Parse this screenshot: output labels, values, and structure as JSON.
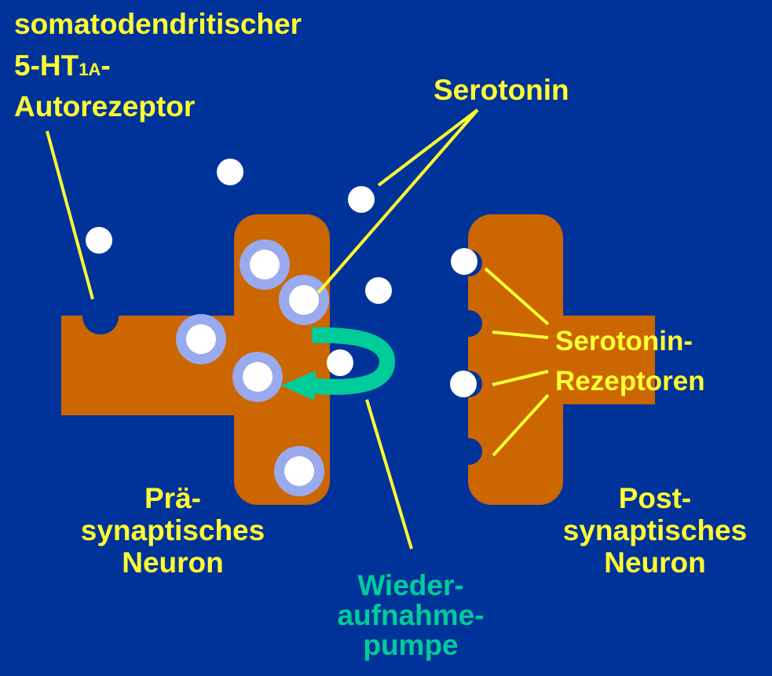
{
  "labels": {
    "autoreceptor_line1": "somatodendritischer",
    "autoreceptor_ht": "5-HT",
    "autoreceptor_sub": "1A",
    "autoreceptor_dash": "-",
    "autoreceptor_line3": "Autorezeptor",
    "serotonin": "Serotonin",
    "receptors_line1": "Serotonin-",
    "receptors_line2": "Rezeptoren",
    "pre_line1": "Prä-",
    "pre_line2": "synaptisches",
    "pre_line3": "Neuron",
    "post_line1": "Post-",
    "post_line2": "synaptisches",
    "post_line3": "Neuron",
    "pump_line1": "Wieder-",
    "pump_line2": "aufnahme-",
    "pump_line3": "pumpe"
  },
  "colors": {
    "background": "#003399",
    "neuron": "#CC6600",
    "vesicle_ring": "#99AAEE",
    "serotonin_dot": "#FFFFFF",
    "label_text": "#FFFF33",
    "pump_arrow": "#00CC99"
  }
}
